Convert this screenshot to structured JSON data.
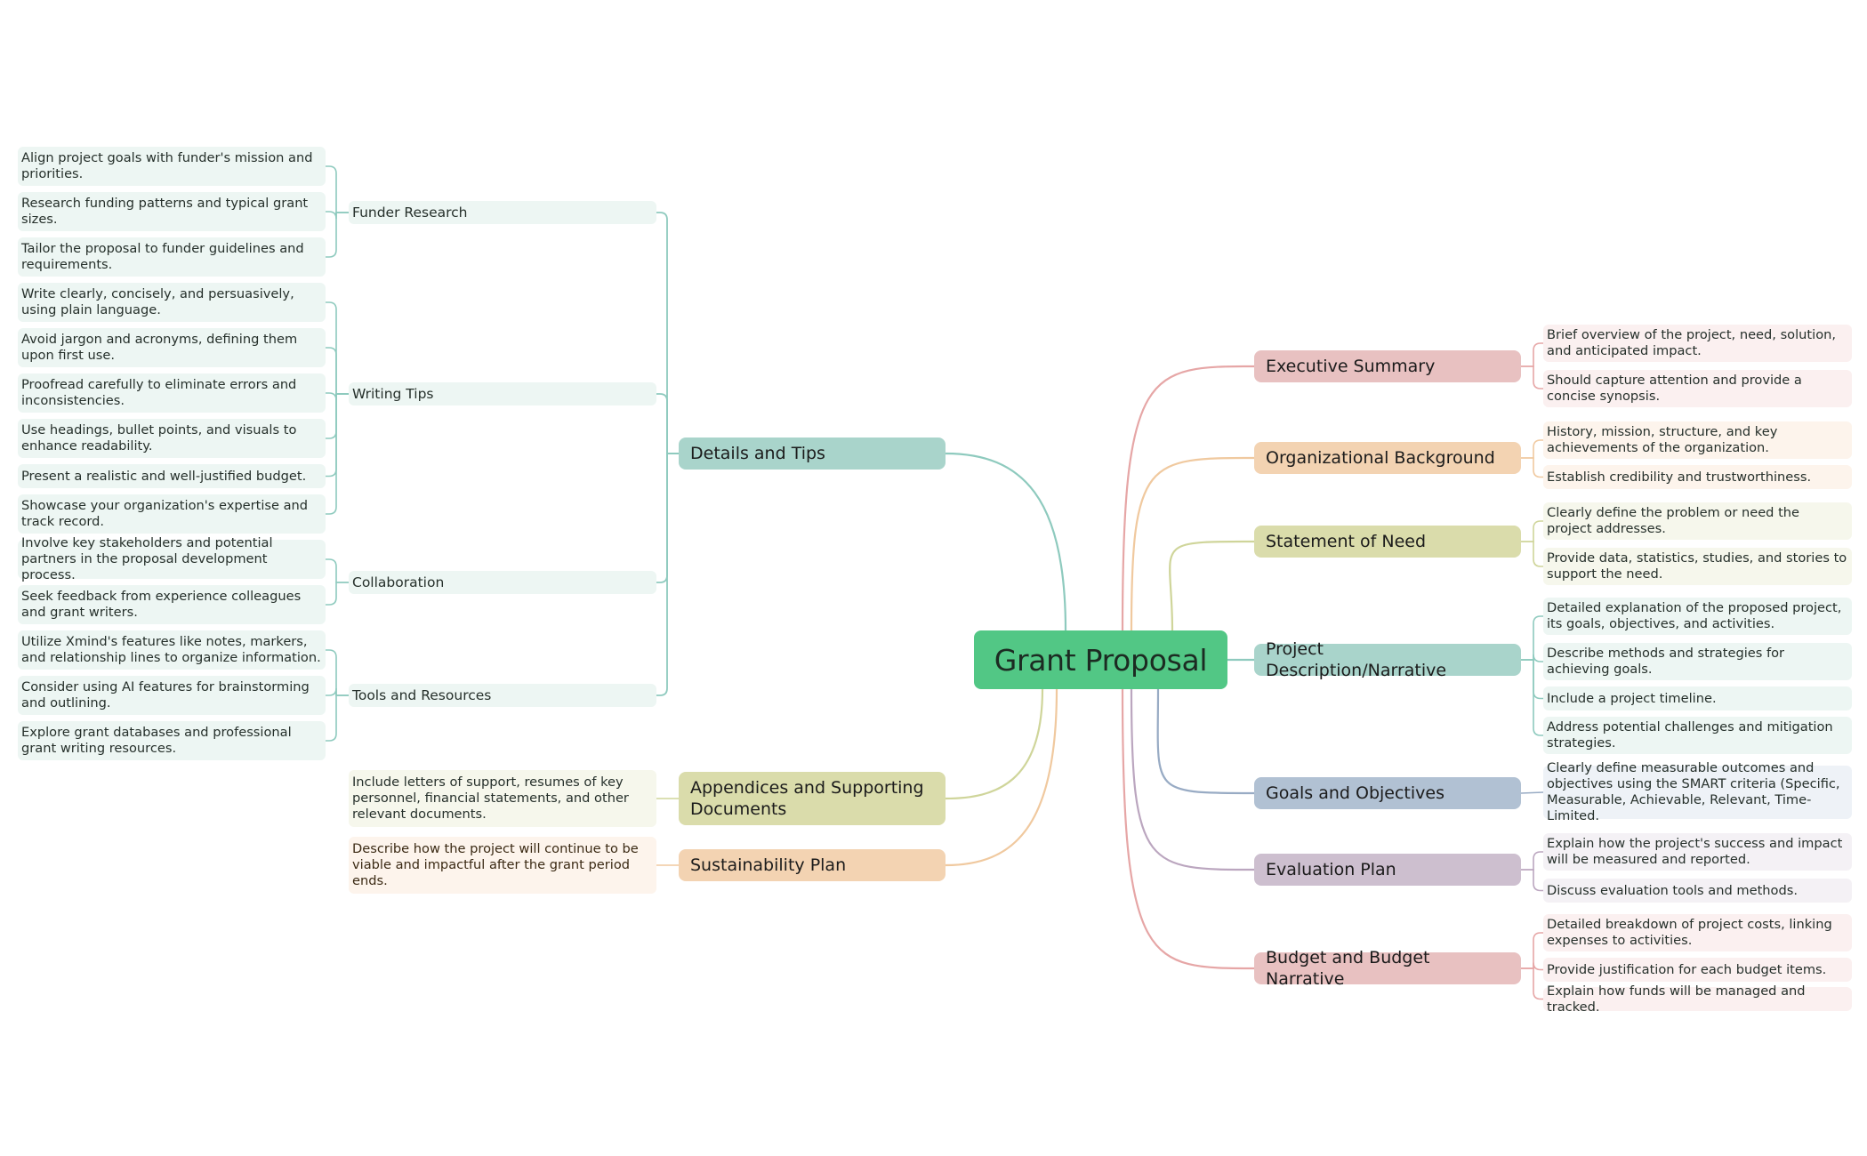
{
  "central": "Grant Proposal",
  "right": [
    {
      "label": "Executive Summary",
      "color": "#e8c1c1",
      "line": "#e6a6a6",
      "leafBg": "#fbf0f0",
      "children": [
        "Brief overview of the project, need, solution, and anticipated impact.",
        "Should capture attention and provide a concise synopsis."
      ]
    },
    {
      "label": "Organizational Background",
      "color": "#f3d3b2",
      "line": "#f0c99f",
      "leafBg": "#fdf4ec",
      "children": [
        "History, mission, structure, and key achievements of the organization.",
        "Establish credibility and trustworthiness."
      ]
    },
    {
      "label": "Statement of Need",
      "color": "#dadcab",
      "line": "#cfd59a",
      "leafBg": "#f6f7ec",
      "children": [
        "Clearly define the problem or need the project addresses.",
        "Provide data, statistics, studies, and stories to support the need."
      ]
    },
    {
      "label": "Project Description/Narrative",
      "color": "#a9d4cb",
      "line": "#8ecabe",
      "leafBg": "#edf6f3",
      "children": [
        "Detailed explanation of the proposed project, its goals, objectives, and activities.",
        "Describe methods and strategies for achieving goals.",
        "Include a project timeline.",
        "Address potential challenges and mitigation strategies."
      ]
    },
    {
      "label": "Goals and Objectives",
      "color": "#b1c1d3",
      "line": "#98abc4",
      "leafBg": "#eef2f7",
      "children": [
        "Clearly define measurable outcomes and objectives using the SMART criteria (Specific, Measurable, Achievable, Relevant, Time-Limited."
      ]
    },
    {
      "label": "Evaluation Plan",
      "color": "#cdbfcf",
      "line": "#bba6bf",
      "leafBg": "#f4f1f5",
      "children": [
        "Explain how the project's success and impact will be measured and reported.",
        "Discuss evaluation tools and methods."
      ]
    },
    {
      "label": "Budget and Budget Narrative",
      "color": "#e8c1c1",
      "line": "#e6a6a6",
      "leafBg": "#fbf0f0",
      "children": [
        "Detailed breakdown of project costs, linking expenses to activities.",
        "Provide justification for each budget items.",
        "Explain how funds will be managed and tracked."
      ]
    }
  ],
  "left": [
    {
      "label": "Details and Tips",
      "color": "#a9d4cb",
      "line": "#8ecabe",
      "leafBg": "#edf6f3",
      "groups": [
        {
          "label": "Funder Research",
          "children": [
            "Align project goals with funder's mission and priorities.",
            "Research funding patterns and typical grant sizes.",
            "Tailor the proposal to funder guidelines and requirements."
          ]
        },
        {
          "label": "Writing Tips",
          "children": [
            "Write clearly, concisely, and persuasively, using plain language.",
            "Avoid jargon and acronyms, defining them upon first use.",
            "Proofread carefully to eliminate errors and inconsistencies.",
            "Use headings, bullet points, and visuals to enhance readability.",
            "Present a realistic and well-justified budget.",
            "Showcase your organization's expertise and track record."
          ]
        },
        {
          "label": "Collaboration",
          "children": [
            "Involve key stakeholders and potential partners in the proposal development process.",
            "Seek feedback from experience colleagues and grant writers."
          ]
        },
        {
          "label": "Tools and Resources",
          "children": [
            "Utilize Xmind's features like notes, markers, and relationship lines to organize information.",
            "Consider using AI features for brainstorming and outlining.",
            "Explore grant databases and professional grant writing resources."
          ]
        }
      ]
    },
    {
      "label": "Appendices and Supporting Documents",
      "color": "#dadcab",
      "line": "#cfd59a",
      "leafBg": "#f6f7ec",
      "children": [
        "Include letters of support, resumes of key personnel, financial statements, and other relevant documents."
      ]
    },
    {
      "label": "Sustainability Plan",
      "color": "#f3d3b2",
      "line": "#f0c99f",
      "leafBg": "#fdf4ec",
      "children": [
        "Describe how the project will continue to be viable and impactful after the grant period ends."
      ]
    }
  ]
}
